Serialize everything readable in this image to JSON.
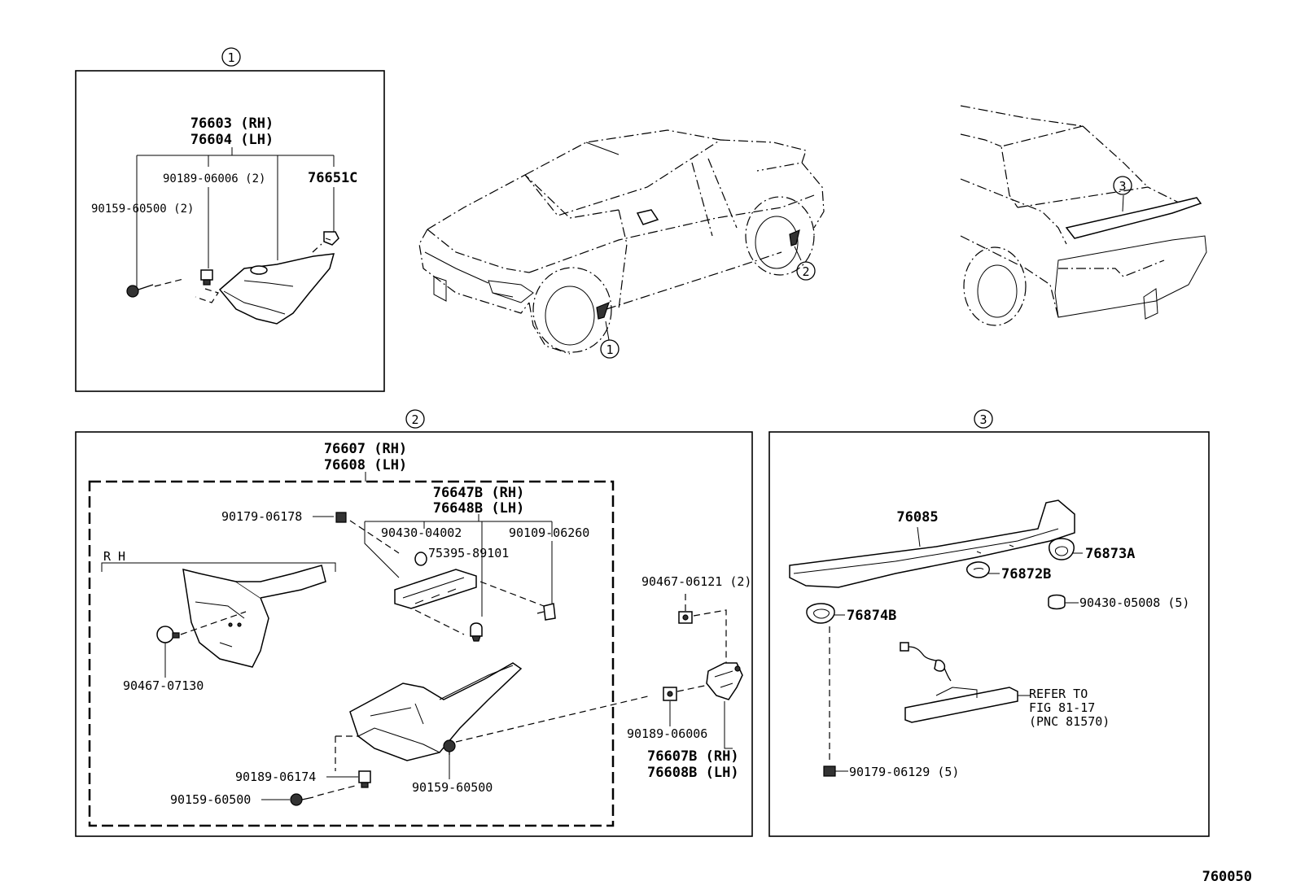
{
  "figure_number": "760050",
  "callouts": {
    "one": "1",
    "two": "2",
    "three": "3"
  },
  "detail1": {
    "header1": "76603 (RH)",
    "header2": "76604 (LH)",
    "p_90189_06006": "90189-06006 (2)",
    "p_76651c": "76651C",
    "p_90159_60500": "90159-60500 (2)"
  },
  "detail2": {
    "header1": "76607 (RH)",
    "header2": "76608 (LH)",
    "sub_header1": "76647B (RH)",
    "sub_header2": "76648B (LH)",
    "p_90179_06178": "90179-06178",
    "p_90430_04002": "90430-04002",
    "p_90109_06260": "90109-06260",
    "p_75395_89101": "75395-89101",
    "rh_label": "R H",
    "p_90467_07130": "90467-07130",
    "p_90467_06121": "90467-06121 (2)",
    "p_90189_06006": "90189-06006",
    "p_76607b": "76607B (RH)",
    "p_76608b": "76608B (LH)",
    "p_90189_06174": "90189-06174",
    "p_90159_60500_a": "90159-60500",
    "p_90159_60500_b": "90159-60500"
  },
  "detail3": {
    "p_76085": "76085",
    "p_76873a": "76873A",
    "p_76872b": "76872B",
    "p_76874b": "76874B",
    "p_90430_05008": "90430-05008 (5)",
    "refer1": "REFER TO",
    "refer2": "FIG 81-17",
    "refer3": "(PNC 81570)",
    "p_90179_06129": "90179-06129 (5)"
  }
}
